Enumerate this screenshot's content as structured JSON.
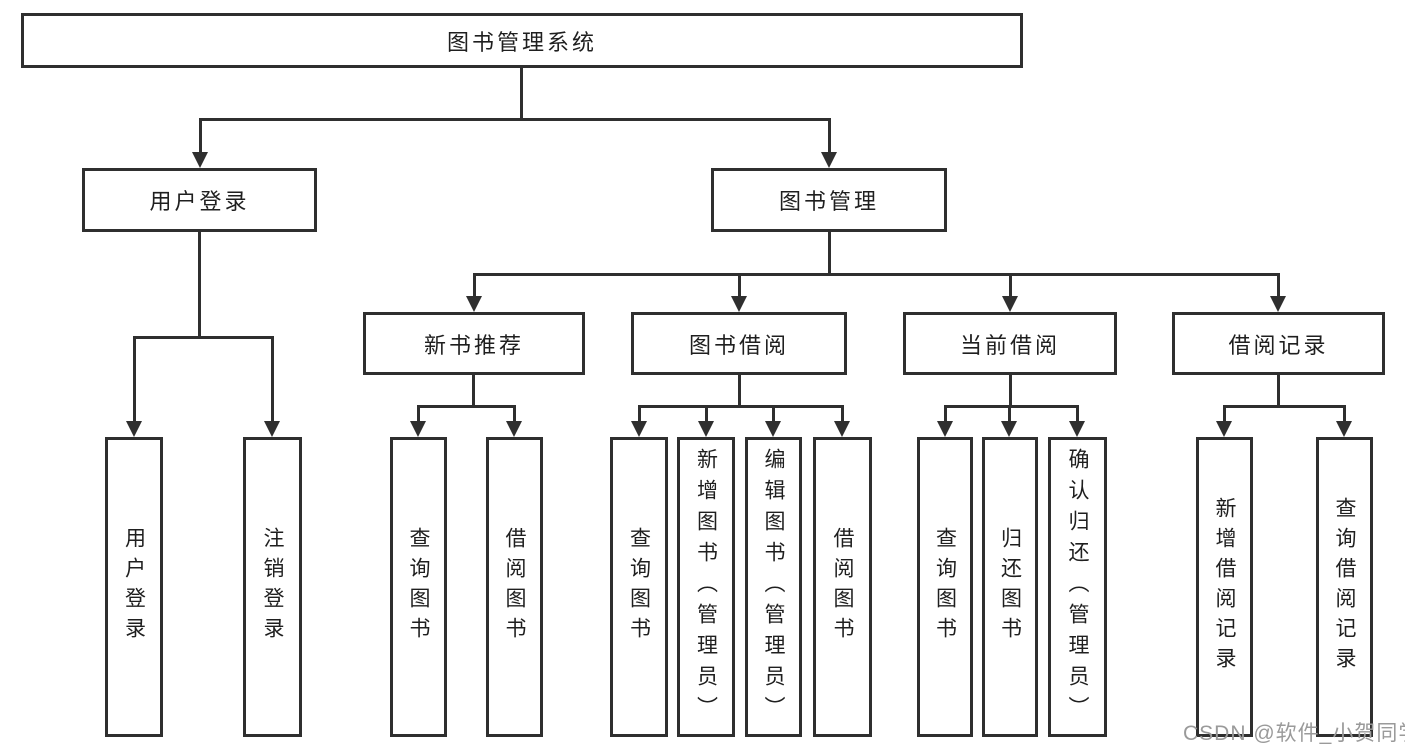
{
  "diagram_title": "图书管理系统",
  "colors": {
    "line": "#2f2f2f",
    "text": "#1f1f1f",
    "watermark": "#9a9a9a",
    "background": "#ffffff"
  },
  "nodes": {
    "root": "图书管理系统",
    "level2": {
      "user_login": "用户登录",
      "book_mgmt": "图书管理"
    },
    "level3": {
      "new_book_rec": "新书推荐",
      "book_borrow": "图书借阅",
      "current_borrow": "当前借阅",
      "borrow_record": "借阅记录"
    },
    "leaves": {
      "user": [
        "用户登录",
        "注销登录"
      ],
      "rec": [
        "查询图书",
        "借阅图书"
      ],
      "borrow": [
        "查询图书",
        "新增图书（管理员）",
        "编辑图书（管理员）",
        "借阅图书"
      ],
      "current": [
        "查询图书",
        "归还图书",
        "确认归还（管理员）"
      ],
      "record": [
        "新增借阅记录",
        "查询借阅记录"
      ]
    }
  },
  "watermark": "CSDN @软件_小贺同学"
}
